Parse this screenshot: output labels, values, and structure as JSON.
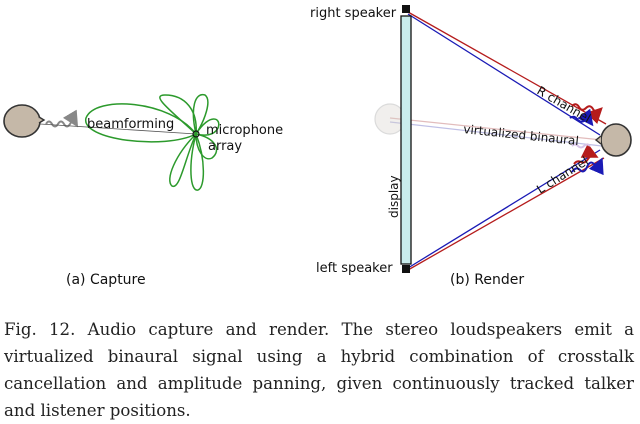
{
  "figure": {
    "capture": {
      "beamforming": "beamforming",
      "mic_line1": "microphone",
      "mic_line2": "array",
      "caption": "(a) Capture"
    },
    "render": {
      "right_speaker": "right speaker",
      "left_speaker": "left speaker",
      "display": "display",
      "r_channel": "R channel",
      "l_channel": "L channel",
      "virtualized": "virtualized binaural",
      "caption": "(b) Render"
    },
    "colors": {
      "head": "#c5b8a8",
      "lobe": "#2c9a2c",
      "red": "#b51c1c",
      "blue": "#1a1ab5",
      "display_fill": "#c9ecec"
    }
  },
  "caption": {
    "text": "Fig. 12.  Audio capture and render. The stereo loudspeakers emit a virtualized binaural signal using a hybrid combination of crosstalk cancellation and amplitude panning, given continuously tracked talker and listener positions."
  }
}
